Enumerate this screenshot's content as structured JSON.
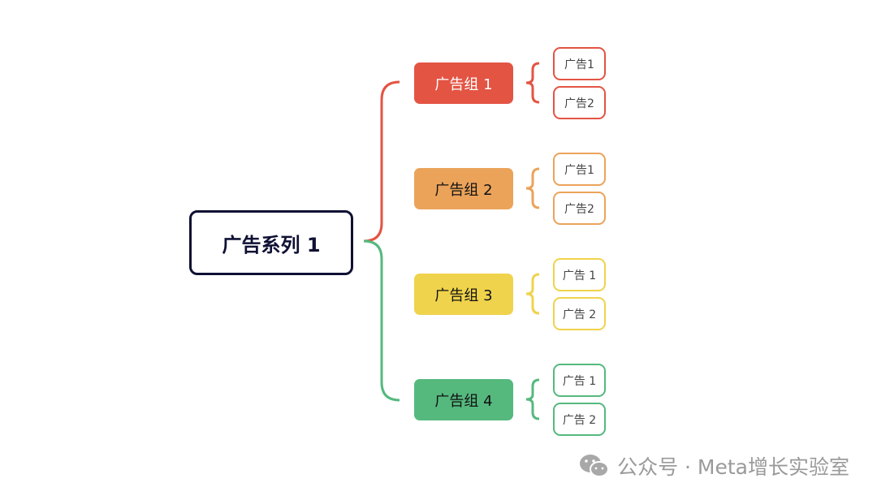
{
  "root": {
    "label": "广告系列 1"
  },
  "groups": [
    {
      "label": "广告组 1",
      "color": "#e35443",
      "text_color": "#ffffff",
      "ads": [
        "广告1",
        "广告2"
      ]
    },
    {
      "label": "广告组 2",
      "color": "#eba35a",
      "text_color": "#111111",
      "ads": [
        "广告1",
        "广告2"
      ]
    },
    {
      "label": "广告组 3",
      "color": "#efd34c",
      "text_color": "#111111",
      "ads": [
        "广告 1",
        "广告 2"
      ]
    },
    {
      "label": "广告组 4",
      "color": "#55b97e",
      "text_color": "#111111",
      "ads": [
        "广告 1",
        "广告 2"
      ]
    }
  ],
  "watermark": {
    "text": "公众号 · Meta增长实验室",
    "icon": "wechat-icon"
  }
}
